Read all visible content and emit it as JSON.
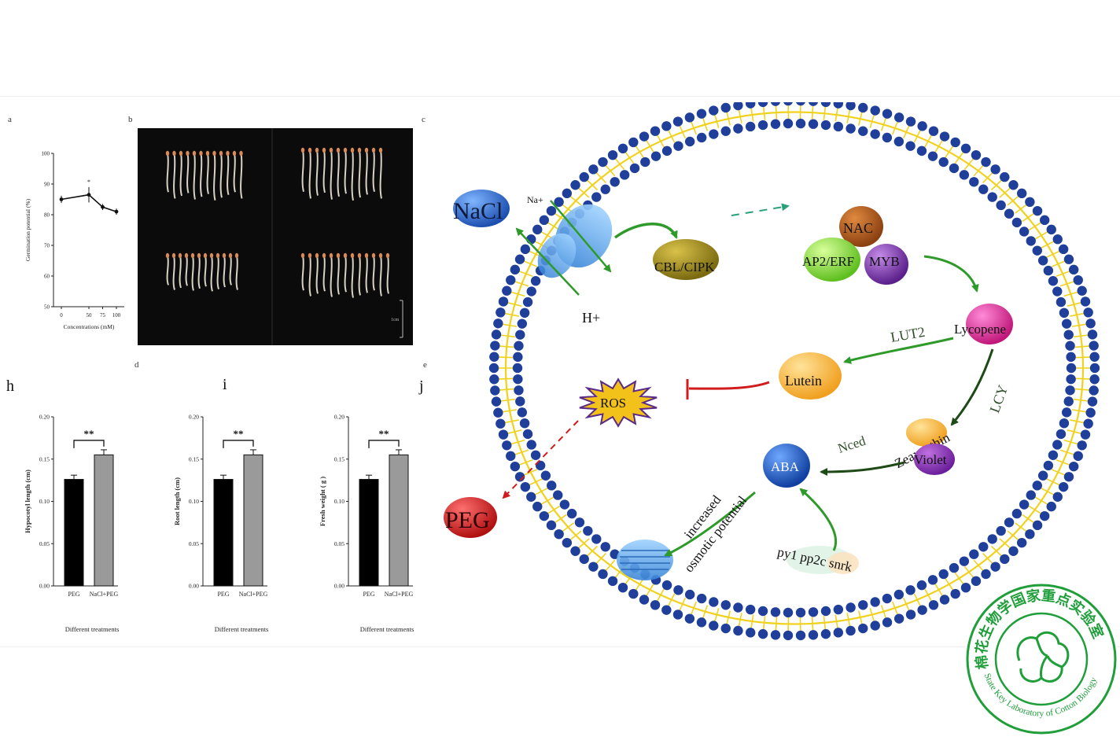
{
  "panels": {
    "a": "a",
    "b": "b",
    "c": "c",
    "d": "d",
    "e": "e",
    "h": "h",
    "i": "i",
    "j": "j"
  },
  "panel_b": {
    "scale_label": "1cm"
  },
  "chart_data": [
    {
      "id": "a",
      "type": "line",
      "x": [
        0,
        50,
        75,
        100
      ],
      "values": [
        85,
        86.5,
        82.5,
        81
      ],
      "errors": [
        1.2,
        2.5,
        1,
        1
      ],
      "annotation": "*",
      "annotation_x": 50,
      "ylabel": "Germination potential (%)",
      "xlabel": "Concentrations (mM)",
      "ylim": [
        50,
        100
      ],
      "yticks": [
        50,
        60,
        70,
        80,
        90,
        100
      ],
      "xticks": [
        0,
        50,
        75,
        100
      ]
    },
    {
      "id": "h",
      "type": "bar",
      "categories": [
        "PEG",
        "NaCl+PEG"
      ],
      "values": [
        0.126,
        0.155
      ],
      "errors": [
        0.005,
        0.006
      ],
      "bar_colors": [
        "#000000",
        "#9a9a9a"
      ],
      "significance": "**",
      "ylabel": "Hypocotyl length (cm)",
      "xlabel": "Different treatments",
      "ylim": [
        0,
        0.2
      ],
      "yticks": [
        "0.00",
        "0.05",
        "0.10",
        "0.15",
        "0.20"
      ]
    },
    {
      "id": "i",
      "type": "bar",
      "categories": [
        "PEG",
        "NaCl+PEG"
      ],
      "values": [
        0.126,
        0.155
      ],
      "errors": [
        0.005,
        0.006
      ],
      "bar_colors": [
        "#000000",
        "#9a9a9a"
      ],
      "significance": "**",
      "ylabel": "Root length (cm)",
      "xlabel": "Different treatments",
      "ylim": [
        0,
        0.2
      ],
      "yticks": [
        "0.00",
        "0.05",
        "0.10",
        "0.15",
        "0.20"
      ]
    },
    {
      "id": "j",
      "type": "bar",
      "categories": [
        "PEG",
        "NaCl+PEG"
      ],
      "values": [
        0.126,
        0.155
      ],
      "errors": [
        0.005,
        0.006
      ],
      "bar_colors": [
        "#000000",
        "#9a9a9a"
      ],
      "significance": "**",
      "ylabel": "Fresh weight ( g )",
      "xlabel": "Different treatments",
      "ylim": [
        0,
        0.2
      ],
      "yticks": [
        "0.00",
        "0.05",
        "0.10",
        "0.15",
        "0.20"
      ]
    }
  ],
  "diagram": {
    "nacl": "NaCl",
    "na_plus": "Na+",
    "h_plus": "H+",
    "cbl_cipk": "CBL/CIPK",
    "nac": "NAC",
    "ap2_erf": "AP2/ERF",
    "myb": "MYB",
    "lycopene": "Lycopene",
    "lut2": "LUT2",
    "lutein": "Lutein",
    "ros": "ROS",
    "lcy": "LCY",
    "zeaxanthin": "Zeaxanthin",
    "violet": "Violet",
    "nced": "Nced",
    "aba": "ABA",
    "increased": "increased",
    "osmotic_potential": "osmotic potential",
    "receptors": "py1 pp2c snrk",
    "peg": "PEG"
  },
  "logo": {
    "text_cn": "棉花生物学国家重点实验室",
    "text_en": "State Key Laboratory of Cotton Biology",
    "color": "#1f9e3a"
  },
  "colors": {
    "membrane_head": "#1f3f9a",
    "membrane_tail": "#f0d21e",
    "arrow_green": "#2e9a2a",
    "arrow_dark": "#1e4a16",
    "inhibit_red": "#d01c1c",
    "peg_red": "#c81818"
  }
}
